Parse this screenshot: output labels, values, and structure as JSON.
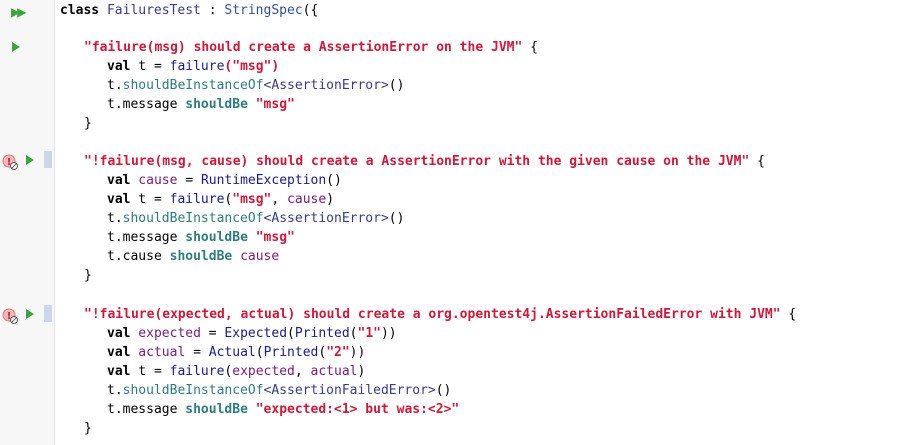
{
  "code": {
    "class_kw": "class",
    "class_name": "FailuresTest",
    "colon": " : ",
    "super_type": "StringSpec",
    "open": "({",
    "test1": {
      "name": "\"failure(msg) should create a AssertionError on the JVM\"",
      "brace": " {",
      "l1_val": "val",
      "l1_t": " t",
      "l1_eq": " = ",
      "l1_fn": "failure",
      "l1_arg": "(\"msg\")",
      "l2_t": "t.",
      "l2_fn": "shouldBeInstanceOf",
      "l2_type": "<AssertionError>",
      "l2_end": "()",
      "l3_t": "t.message ",
      "l3_fn": "shouldBe",
      "l3_str": "\"msg\"",
      "close": "}"
    },
    "test2": {
      "name": "\"!failure(msg, cause) should create a AssertionError with the given cause on the JVM\"",
      "brace": " {",
      "l1_val": "val",
      "l1_var": " cause",
      "l1_eq": " = ",
      "l1_fn": "RuntimeException",
      "l1_end": "()",
      "l2_val": "val",
      "l2_t": " t",
      "l2_eq": " = ",
      "l2_fn": "failure",
      "l2_open": "(",
      "l2_str": "\"msg\"",
      "l2_comma": ", ",
      "l2_var": "cause",
      "l2_close": ")",
      "l3_t": "t.",
      "l3_fn": "shouldBeInstanceOf",
      "l3_type": "<AssertionError>",
      "l3_end": "()",
      "l4_t": "t.message ",
      "l4_fn": "shouldBe",
      "l4_str": "\"msg\"",
      "l5_t": "t.cause ",
      "l5_fn": "shouldBe",
      "l5_var": " cause",
      "close": "}"
    },
    "test3": {
      "name": "\"!failure(expected, actual) should create a org.opentest4j.AssertionFailedError with JVM\"",
      "brace": " {",
      "l1_val": "val",
      "l1_var": " expected",
      "l1_eq": " = ",
      "l1_fn": "Expected",
      "l1_open": "(",
      "l1_fn2": "Printed",
      "l1_open2": "(",
      "l1_str": "\"1\"",
      "l1_close": "))",
      "l2_val": "val",
      "l2_var": " actual",
      "l2_eq": " = ",
      "l2_fn": "Actual",
      "l2_open": "(",
      "l2_fn2": "Printed",
      "l2_open2": "(",
      "l2_str": "\"2\"",
      "l2_close": "))",
      "l3_val": "val",
      "l3_t": " t",
      "l3_eq": " = ",
      "l3_fn": "failure",
      "l3_open": "(",
      "l3_var1": "expected",
      "l3_comma": ", ",
      "l3_var2": "actual",
      "l3_close": ")",
      "l4_t": "t.",
      "l4_fn": "shouldBeInstanceOf",
      "l4_type": "<AssertionFailedError>",
      "l4_end": "()",
      "l5_t": "t.message ",
      "l5_fn": "shouldBe",
      "l5_str": "\"expected:<1> but was:<2>\"",
      "close": "}"
    }
  },
  "icons": {
    "run_all": "run-all-icon",
    "run": "run-icon",
    "error": "error-marker-icon"
  },
  "colors": {
    "run_green": "#3aa63a",
    "string_red": "#d1173a",
    "error_pink": "#e88a8a"
  }
}
